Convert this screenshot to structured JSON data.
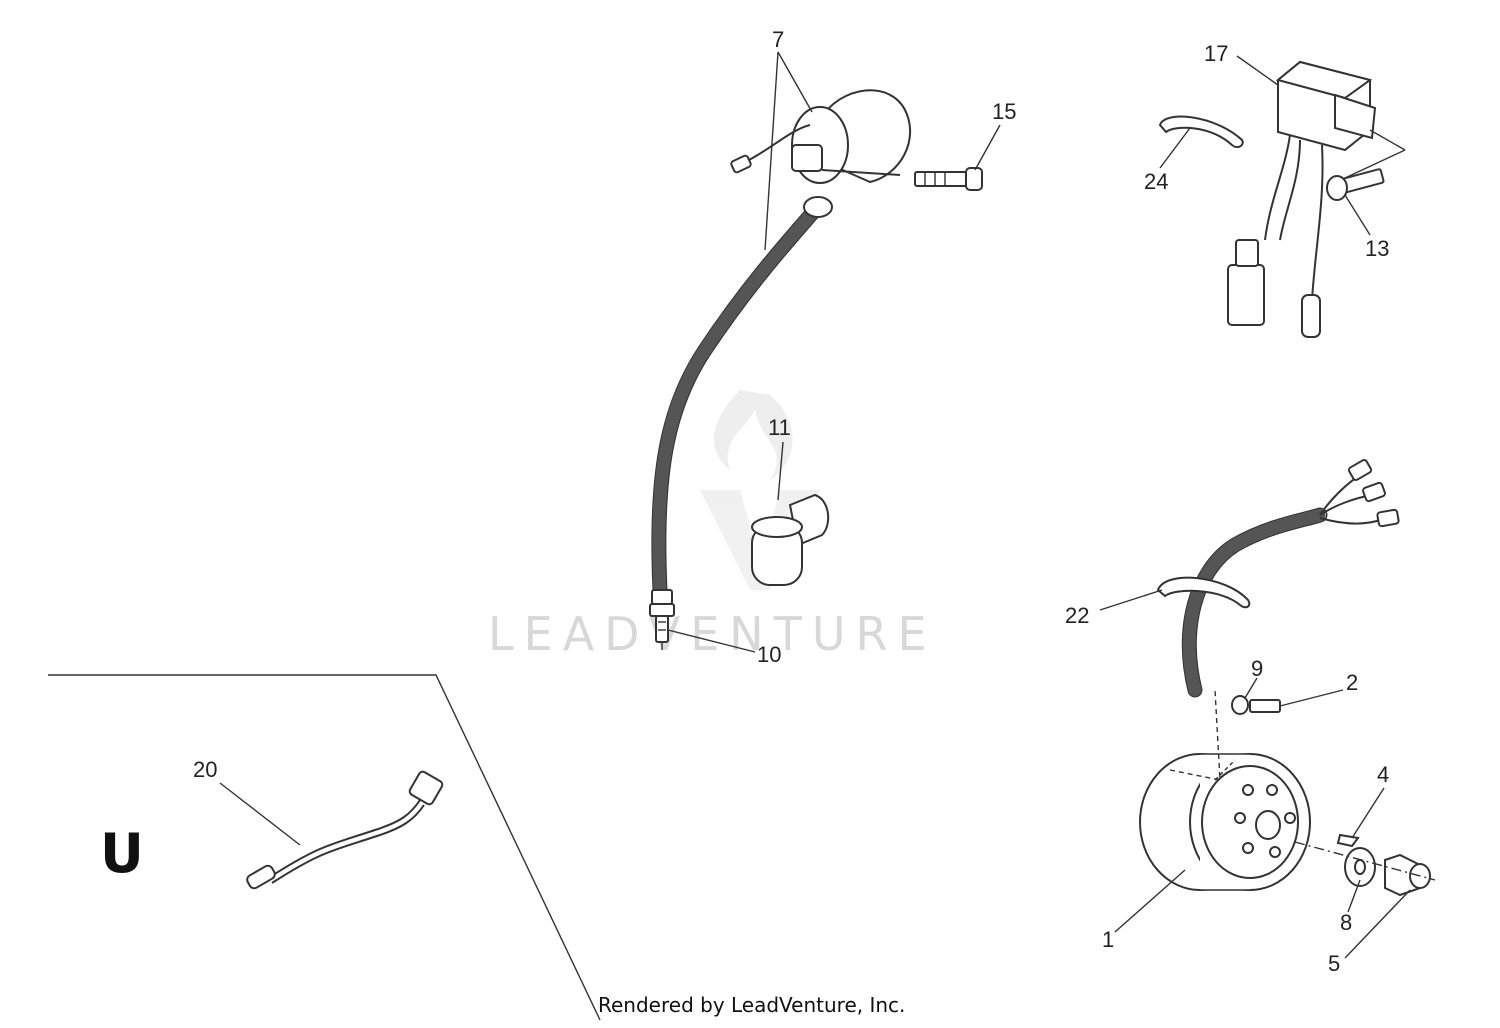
{
  "diagram": {
    "callouts": {
      "c1": "1",
      "c2": "2",
      "c4": "4",
      "c5": "5",
      "c7": "7",
      "c8": "8",
      "c9": "9",
      "c10": "10",
      "c11": "11",
      "c13": "13",
      "c15": "15",
      "c17": "17",
      "c20": "20",
      "c22": "22",
      "c24": "24"
    },
    "section_letter": "U",
    "credit": "Rendered by LeadVenture, Inc.",
    "watermark": "LEADVENTURE"
  }
}
